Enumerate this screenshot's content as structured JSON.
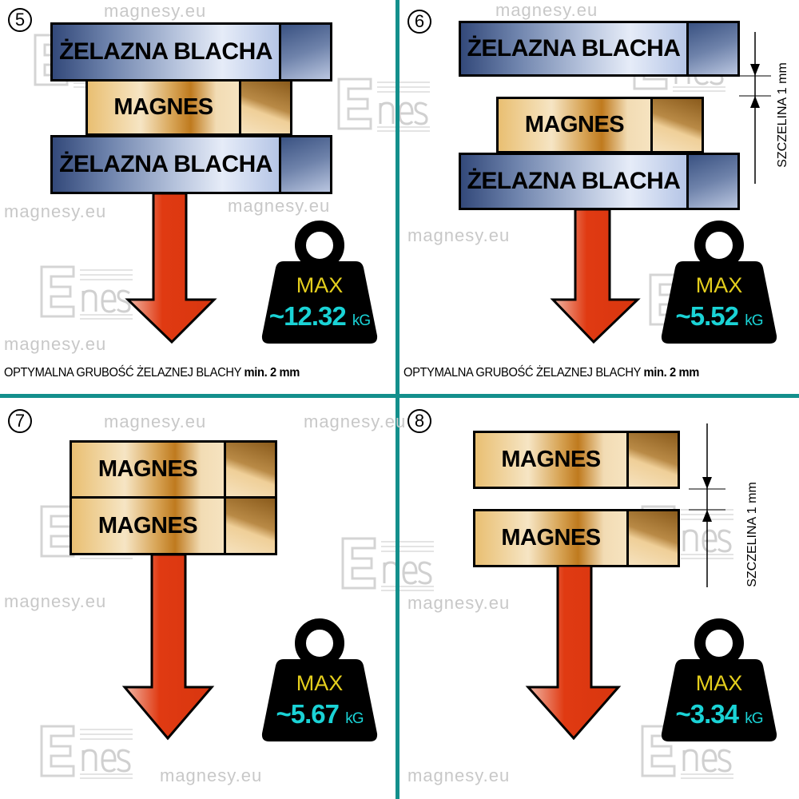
{
  "panels": [
    {
      "number": "5",
      "blocks": [
        "ŻELAZNA BLACHA",
        "MAGNES",
        "ŻELAZNA BLACHA"
      ],
      "max_label": "MAX",
      "value": "~12.32",
      "unit": "kG",
      "footnote": "OPTYMALNA GRUBOŚĆ ŻELAZNEJ BLACHY",
      "footnote_bold": "min. 2 mm"
    },
    {
      "number": "6",
      "blocks": [
        "ŻELAZNA BLACHA",
        "MAGNES",
        "ŻELAZNA BLACHA"
      ],
      "gap_label": "SZCZELINA 1 mm",
      "max_label": "MAX",
      "value": "~5.52",
      "unit": "kG",
      "footnote": "OPTYMALNA GRUBOŚĆ ŻELAZNEJ BLACHY",
      "footnote_bold": "min. 2 mm"
    },
    {
      "number": "7",
      "blocks": [
        "MAGNES",
        "MAGNES"
      ],
      "max_label": "MAX",
      "value": "~5.67",
      "unit": "kG"
    },
    {
      "number": "8",
      "blocks": [
        "MAGNES",
        "MAGNES"
      ],
      "gap_label": "SZCZELINA 1 mm",
      "max_label": "MAX",
      "value": "~3.34",
      "unit": "kG"
    }
  ],
  "watermark": "magnesy.eu",
  "logo": "Enes",
  "colors": {
    "divider": "#138f8c",
    "arrow": "#e03a12",
    "max": "#e5cf1d",
    "value": "#1ad3d6"
  }
}
